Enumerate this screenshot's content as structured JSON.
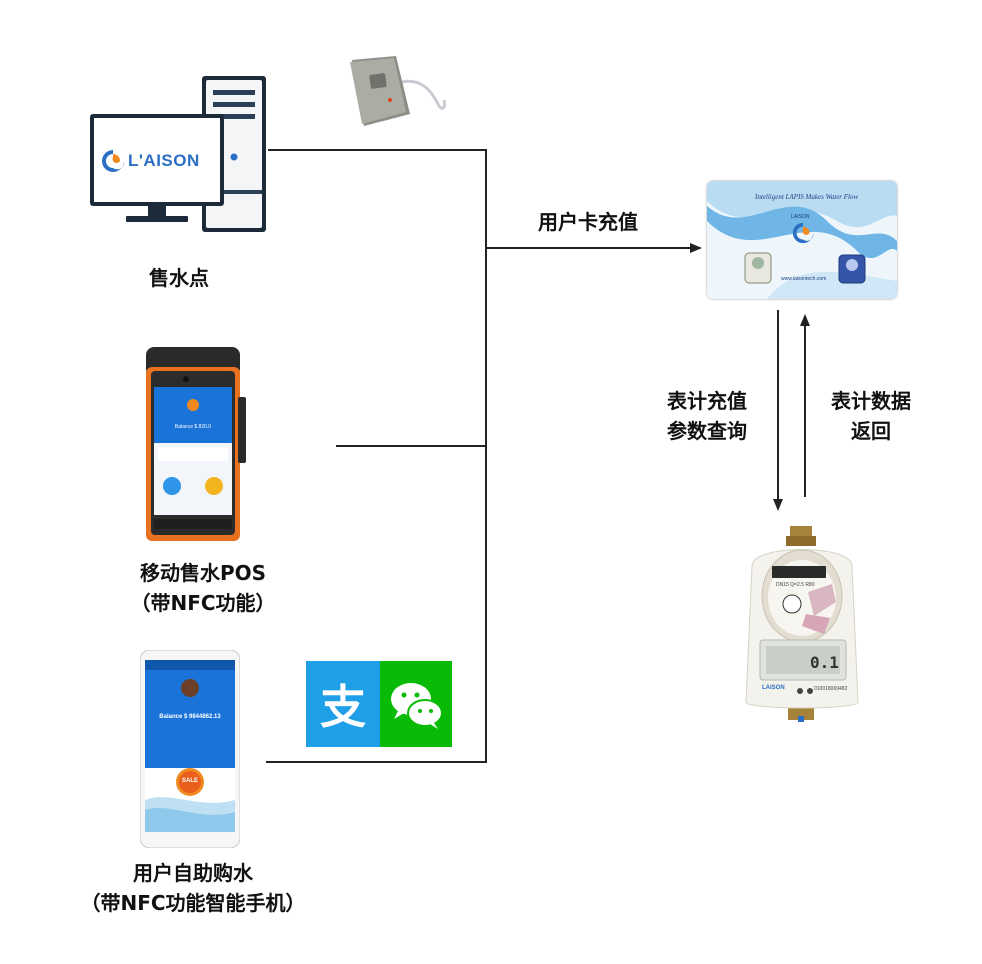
{
  "diagram": {
    "nodes": {
      "sale_point": {
        "label": "售水点",
        "brand": "L'AISON"
      },
      "mobile_pos": {
        "label_line1": "移动售水POS",
        "label_line2": "（带NFC功能）",
        "balance": "Balance $ 820.0"
      },
      "smartphone": {
        "label_line1": "用户自助购水",
        "label_line2": "（带NFC功能智能手机）",
        "balance": "Balance $ 9844862.13",
        "sale_badge": "SALE"
      },
      "payments": {
        "alipay_glyph": "支",
        "icons": [
          "alipay-icon",
          "wechat-pay-icon"
        ]
      },
      "user_card": {
        "tagline": "Intelligent LAPIS Makes Water Flow",
        "brand": "LAISON",
        "url": "www.laisontech.com"
      },
      "water_meter": {
        "display": "0.1",
        "brand": "LAISON",
        "serial": "010018069482",
        "spec": "DN15 Q=2.5 R80"
      }
    },
    "edges": {
      "recharge": "用户卡充值",
      "meter_query_line1": "表计充值",
      "meter_query_line2": "参数查询",
      "meter_return_line1": "表计数据",
      "meter_return_line2": "返回"
    },
    "colors": {
      "line": "#222222",
      "alipay": "#1E9FE8",
      "wechat": "#09BB07",
      "pos_orange": "#E8711F",
      "screen_blue": "#1A73D9",
      "brand_blue": "#2B6FC4",
      "brand_orange": "#F08A1F"
    }
  }
}
